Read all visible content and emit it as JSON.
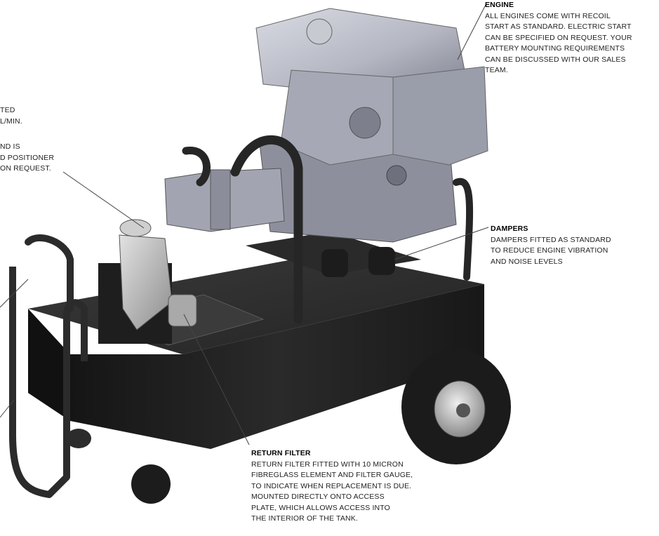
{
  "callouts": {
    "engine": {
      "title": "ENGINE",
      "body": "ALL ENGINES COME WITH RECOIL\nSTART AS STANDARD. ELECTRIC START\nCAN BE SPECIFIED ON REQUEST. YOUR\nBATTERY MOUNTING REQUIREMENTS\nCAN BE DISCUSSED WITH OUR SALES\nTEAM."
    },
    "dampers": {
      "title": "DAMPERS",
      "body": "DAMPERS FITTED AS STANDARD\nTO REDUCE ENGINE VIBRATION\nAND NOISE LEVELS"
    },
    "return_filter": {
      "title": "RETURN FILTER",
      "body": "RETURN FILTER FITTED WITH 10 MICRON\nFIBREGLASS ELEMENT AND FILTER GAUGE,\nTO INDICATE WHEN REPLACEMENT IS DUE.\nMOUNTED DIRECTLY ONTO ACCESS\nPLATE, WHICH ALLOWS ACCESS INTO\nTHE INTERIOR OF THE TANK."
    },
    "fragment_a": {
      "body": "TED\nL/MIN."
    },
    "fragment_b": {
      "body": "ND IS\nD POSITIONER\nON REQUEST."
    }
  },
  "colors": {
    "engine_body": "#b9bcc6",
    "engine_dark": "#6d7080",
    "tank": "#2c2c2c",
    "hose": "#262626",
    "tyre": "#1b1b1b",
    "hub": "#c6c6c6",
    "leader": "#444444"
  }
}
